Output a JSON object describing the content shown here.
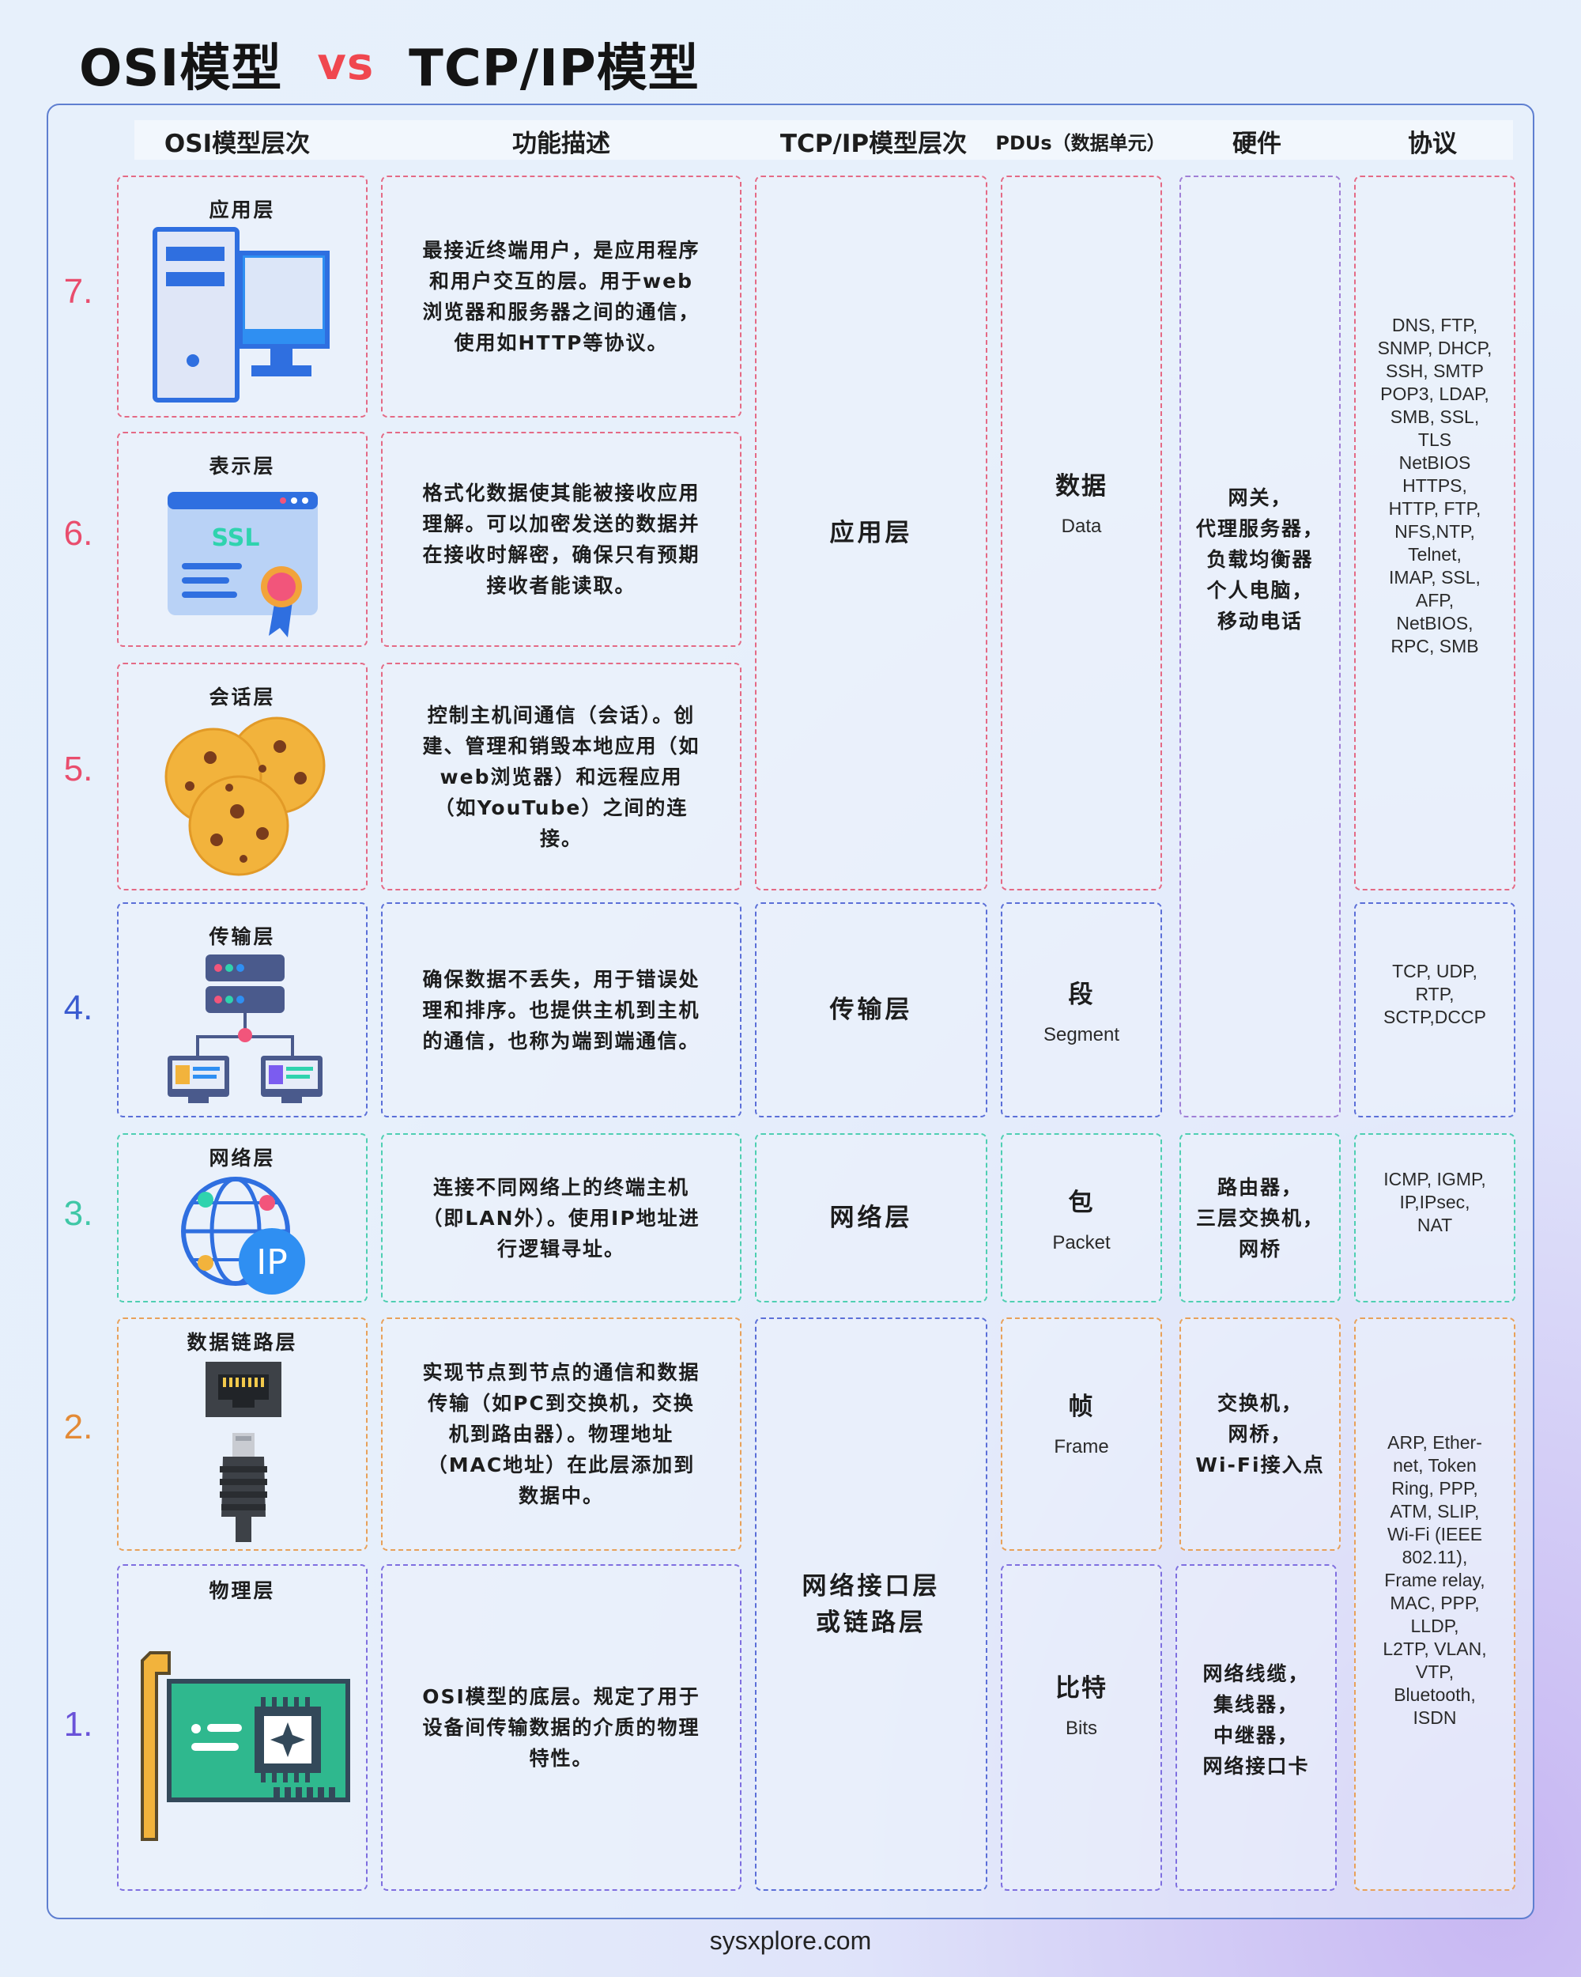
{
  "title": {
    "left": "OSI模型",
    "vs": "vs",
    "right": "TCP/IP模型"
  },
  "headers": {
    "osi": "OSI模型层次",
    "func": "功能描述",
    "tcpip": "TCP/IP模型层次",
    "pdu": "PDUs（数据单元）",
    "hw": "硬件",
    "proto": "协议"
  },
  "numbers": [
    "7.",
    "6.",
    "5.",
    "4.",
    "3.",
    "2.",
    "1."
  ],
  "layers": [
    {
      "name": "应用层",
      "desc": "最接近终端用户，是应用程序和用户交互的层。用于web浏览器和服务器之间的通信，使用如HTTP等协议。"
    },
    {
      "name": "表示层",
      "desc": "格式化数据使其能被接收应用理解。可以加密发送的数据并在接收时解密，确保只有预期接收者能读取。",
      "badge": "SSL"
    },
    {
      "name": "会话层",
      "desc": "控制主机间通信（会话）。创建、管理和销毁本地应用（如web浏览器）和远程应用（如YouTube）之间的连接。"
    },
    {
      "name": "传输层",
      "desc": "确保数据不丢失，用于错误处理和排序。也提供主机到主机的通信，也称为端到端通信。"
    },
    {
      "name": "网络层",
      "desc": "连接不同网络上的终端主机（即LAN外）。使用IP地址进行逻辑寻址。",
      "badge": "IP"
    },
    {
      "name": "数据链路层",
      "desc": "实现节点到节点的通信和数据传输（如PC到交换机，交换机到路由器）。物理地址（MAC地址）在此层添加到数据中。"
    },
    {
      "name": "物理层",
      "desc": "OSI模型的底层。规定了用于设备间传输数据的介质的物理特性。"
    }
  ],
  "tcpip": {
    "app": "应用层",
    "transport": "传输层",
    "network": "网络层",
    "link_1": "网络接口层",
    "link_2": "或链路层"
  },
  "pdus": [
    {
      "cn": "数据",
      "en": "Data"
    },
    {
      "cn": "段",
      "en": "Segment"
    },
    {
      "cn": "包",
      "en": "Packet"
    },
    {
      "cn": "帧",
      "en": "Frame"
    },
    {
      "cn": "比特",
      "en": "Bits"
    }
  ],
  "hardware": {
    "upper": [
      "网关，",
      "代理服务器，",
      "负载均衡器",
      "个人电脑，",
      "移动电话"
    ],
    "network": [
      "路由器，",
      "三层交换机，",
      "网桥"
    ],
    "datalink": [
      "交换机，",
      "网桥，",
      "Wi-Fi接入点"
    ],
    "physical": [
      "网络线缆，",
      "集线器，",
      "中继器，",
      "网络接口卡"
    ]
  },
  "protocols": {
    "upper": [
      "DNS, FTP,",
      "SNMP, DHCP,",
      "SSH, SMTP",
      "POP3, LDAP,",
      "SMB, SSL,",
      "TLS",
      "NetBIOS",
      "HTTPS,",
      "HTTP, FTP,",
      "NFS,NTP,",
      "Telnet,",
      "IMAP, SSL,",
      "AFP,",
      "NetBIOS,",
      "RPC, SMB"
    ],
    "transport": [
      "TCP, UDP,",
      "RTP,",
      "SCTP,DCCP"
    ],
    "network": [
      "ICMP, IGMP,",
      "IP,IPsec,",
      "NAT"
    ],
    "link": [
      "ARP, Ether-",
      "net, Token",
      "Ring, PPP,",
      "ATM, SLIP,",
      "Wi-Fi (IEEE",
      "802.11),",
      "Frame relay,",
      "MAC, PPP,",
      "LLDP,",
      "L2TP, VLAN,",
      "VTP,",
      "Bluetooth,",
      "ISDN"
    ]
  },
  "colors": {
    "upper": "#e46a85",
    "transport": "#5b6fd8",
    "network": "#4fcfb2",
    "datalink": "#e8a15a",
    "physical": "#7f6fe0",
    "vs": "#f0474f"
  },
  "footer": "sysxplore.com"
}
